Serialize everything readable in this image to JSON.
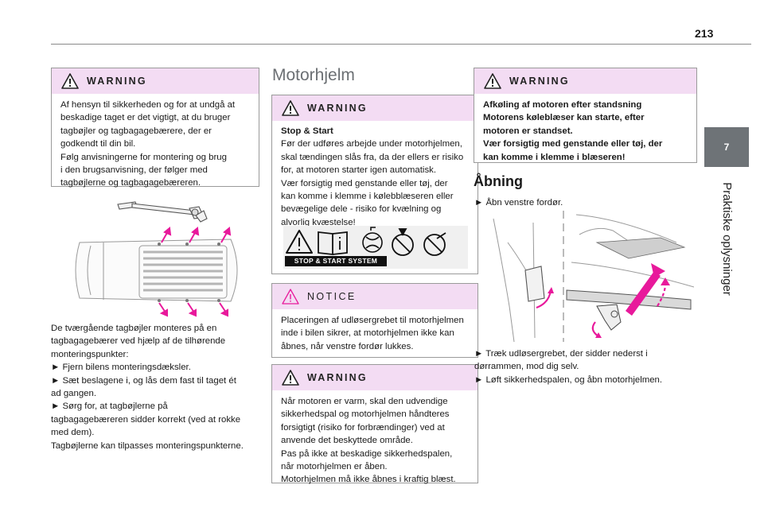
{
  "header": {
    "page_number": "213"
  },
  "side_tab": {
    "chapter_number": "7",
    "chapter_title": "Praktiske oplysninger"
  },
  "column1": {
    "warning": {
      "label": "WARNING",
      "lines": [
        "Af hensyn til sikkerheden og for at undgå at",
        "beskadige taget er det vigtigt, at du bruger",
        "tagbøjler og tagbagagebærere, der er",
        "godkendt til din bil.",
        "Følg anvisningerne for montering og brug",
        "i den brugsanvisning, der følger med",
        "tagbøjlerne og tagbagagebæreren."
      ]
    },
    "body_lines": [
      "De tværgående tagbøjler monteres på en",
      "tagbagagebærer ved hjælp af de tilhørende",
      "monteringspunkter:",
      "► Fjern bilens monteringsdæksler.",
      "► Sæt beslagene i, og lås dem fast til taget ét",
      "ad gangen.",
      "► Sørg for, at tagbøjlerne på",
      "tagbagagebæreren sidder korrekt (ved at rokke",
      "med dem).",
      "Tagbøjlerne kan tilpasses monteringspunkterne."
    ]
  },
  "column2": {
    "heading": "Motorhjelm",
    "warning1": {
      "label": "WARNING",
      "title": "Stop & Start",
      "lines": [
        "Før der udføres arbejde under motorhjelmen,",
        "skal tændingen slås fra, da der ellers er risiko",
        "for, at motoren starter igen automatisk.",
        "Vær forsigtig med genstande eller tøj, der",
        "kan komme i klemme i kølebblæseren eller",
        "bevægelige dele - risiko for kvælning og",
        "alvorlig kvæstelse!"
      ],
      "icon_strip_label": "STOP & START SYSTEM"
    },
    "notice": {
      "label": "NOTICE",
      "lines": [
        "Placeringen af udløsergrebet til motorhjelmen",
        "inde i bilen sikrer, at motorhjelmen ikke kan",
        "åbnes, når venstre fordør lukkes."
      ]
    },
    "warning2": {
      "label": "WARNING",
      "lines": [
        "Når motoren er varm, skal den udvendige",
        "sikkerhedspal og motorhjelmen håndteres",
        "forsigtigt (risiko for forbrændinger) ved at",
        "anvende det beskyttede område.",
        "Pas på ikke at beskadige sikkerhedspalen,",
        "når motorhjelmen er åben.",
        "Motorhjelmen må ikke åbnes i kraftig blæst."
      ]
    }
  },
  "column3": {
    "warning": {
      "label": "WARNING",
      "bold_lines": [
        "Afkøling af motoren efter standsning",
        "Motorens køleblæser kan starte, efter",
        "motoren er standset.",
        "Vær forsigtig med genstande eller tøj, der",
        "kan komme i klemme i blæseren!"
      ]
    },
    "heading": "Åbning",
    "step1": "► Åbn venstre fordør.",
    "body_lines": [
      "► Træk udløsergrebet, der sidder nederst i",
      "dørrammen, mod dig selv.",
      "► Løft sikkerhedspalen, og åbn motorhjelmen."
    ]
  },
  "colors": {
    "accent_magenta": "#e8199b",
    "header_pink": "#f3dcf3",
    "tab_gray": "#6e7377"
  }
}
